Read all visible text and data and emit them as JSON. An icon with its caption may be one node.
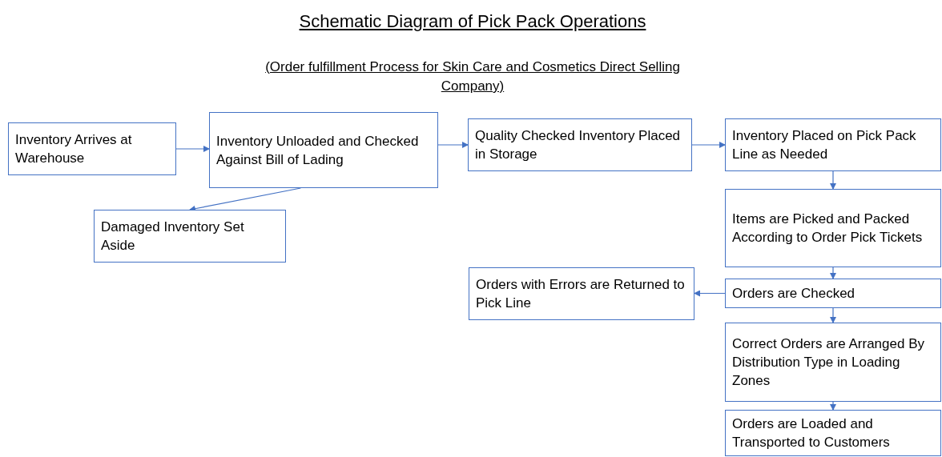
{
  "diagram": {
    "title": "Schematic Diagram of Pick Pack Operations",
    "nodes": [
      {
        "text": [
          "Inventory Arrives at Warehouse"
        ]
      },
      {
        "text": [
          "Inventory Unloaded and Checked Against Bill of Lading"
        ]
      },
      {
        "text": [
          "Damaged Inventory Set Aside"
        ]
      },
      {
        "text": [
          "Quality Checked Inventory Placed in Storage"
        ]
      },
      {
        "text": [
          "Inventory Placed on Pick Pack Line as Needed"
        ]
      },
      {
        "text": [
          "Items are Picked and Packed According to Order Pick Tickets"
        ]
      },
      {
        "text": [
          "Orders with Errors are Returned to Pick Line"
        ]
      },
      {
        "text": [
          "Orders are Checked"
        ]
      },
      {
        "text": [
          "Correct Orders are Arranged By Distribution Type in Loading Zones"
        ]
      },
      {
        "text": [
          "Orders are Loaded and Transported to Customers"
        ]
      }
    ],
    "edges": [
      {
        "from": 0,
        "to": 1,
        "arrow": "to"
      },
      {
        "from": 1,
        "to": 3,
        "arrow": "to"
      },
      {
        "from": 1,
        "to": 2,
        "arrow": "to"
      },
      {
        "from": 3,
        "to": 4,
        "arrow": "to"
      },
      {
        "from": 4,
        "to": 5,
        "arrow": "to"
      },
      {
        "from": 5,
        "to": 7,
        "arrow": "to"
      },
      {
        "from": 7,
        "to": 6,
        "arrow": "to"
      },
      {
        "from": 7,
        "to": 8,
        "arrow": "to"
      },
      {
        "from": 8,
        "to": 9,
        "arrow": "to"
      }
    ],
    "labels": [
      "(Order fulfillment Process for Skin Care and Cosmetics Direct Selling Company)"
    ]
  }
}
